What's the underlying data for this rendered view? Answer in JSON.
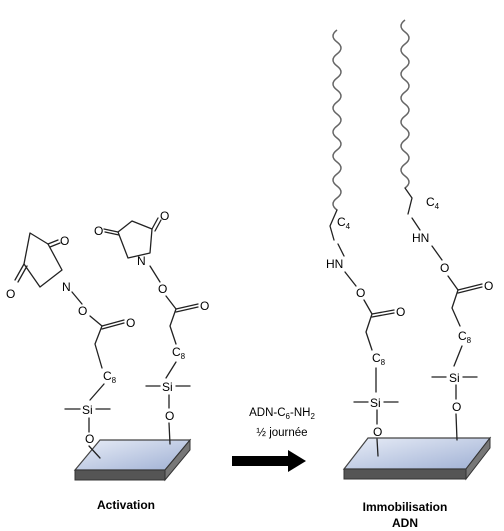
{
  "left_panel": {
    "caption": "Activation",
    "atoms": {
      "oxygen": "O",
      "nitrogen": "N",
      "silicon": "Si",
      "chain": "C",
      "chain_sub": "8"
    }
  },
  "arrow": {
    "reagent_prefix": "ADN-C",
    "reagent_sub1": "6",
    "reagent_mid": "-NH",
    "reagent_sub2": "2",
    "duration": "½ journée"
  },
  "right_panel": {
    "caption_line1": "Immobilisation",
    "caption_line2": "ADN",
    "atoms": {
      "amine": "HN",
      "oxygen": "O",
      "silicon": "Si",
      "chain": "C",
      "chain_sub": "8",
      "linker_sub": "4"
    }
  },
  "colors": {
    "slide_top": "#b9c6e0",
    "slide_edge": "#444444",
    "arrow": "#000000",
    "dna_strand": "#666666"
  }
}
